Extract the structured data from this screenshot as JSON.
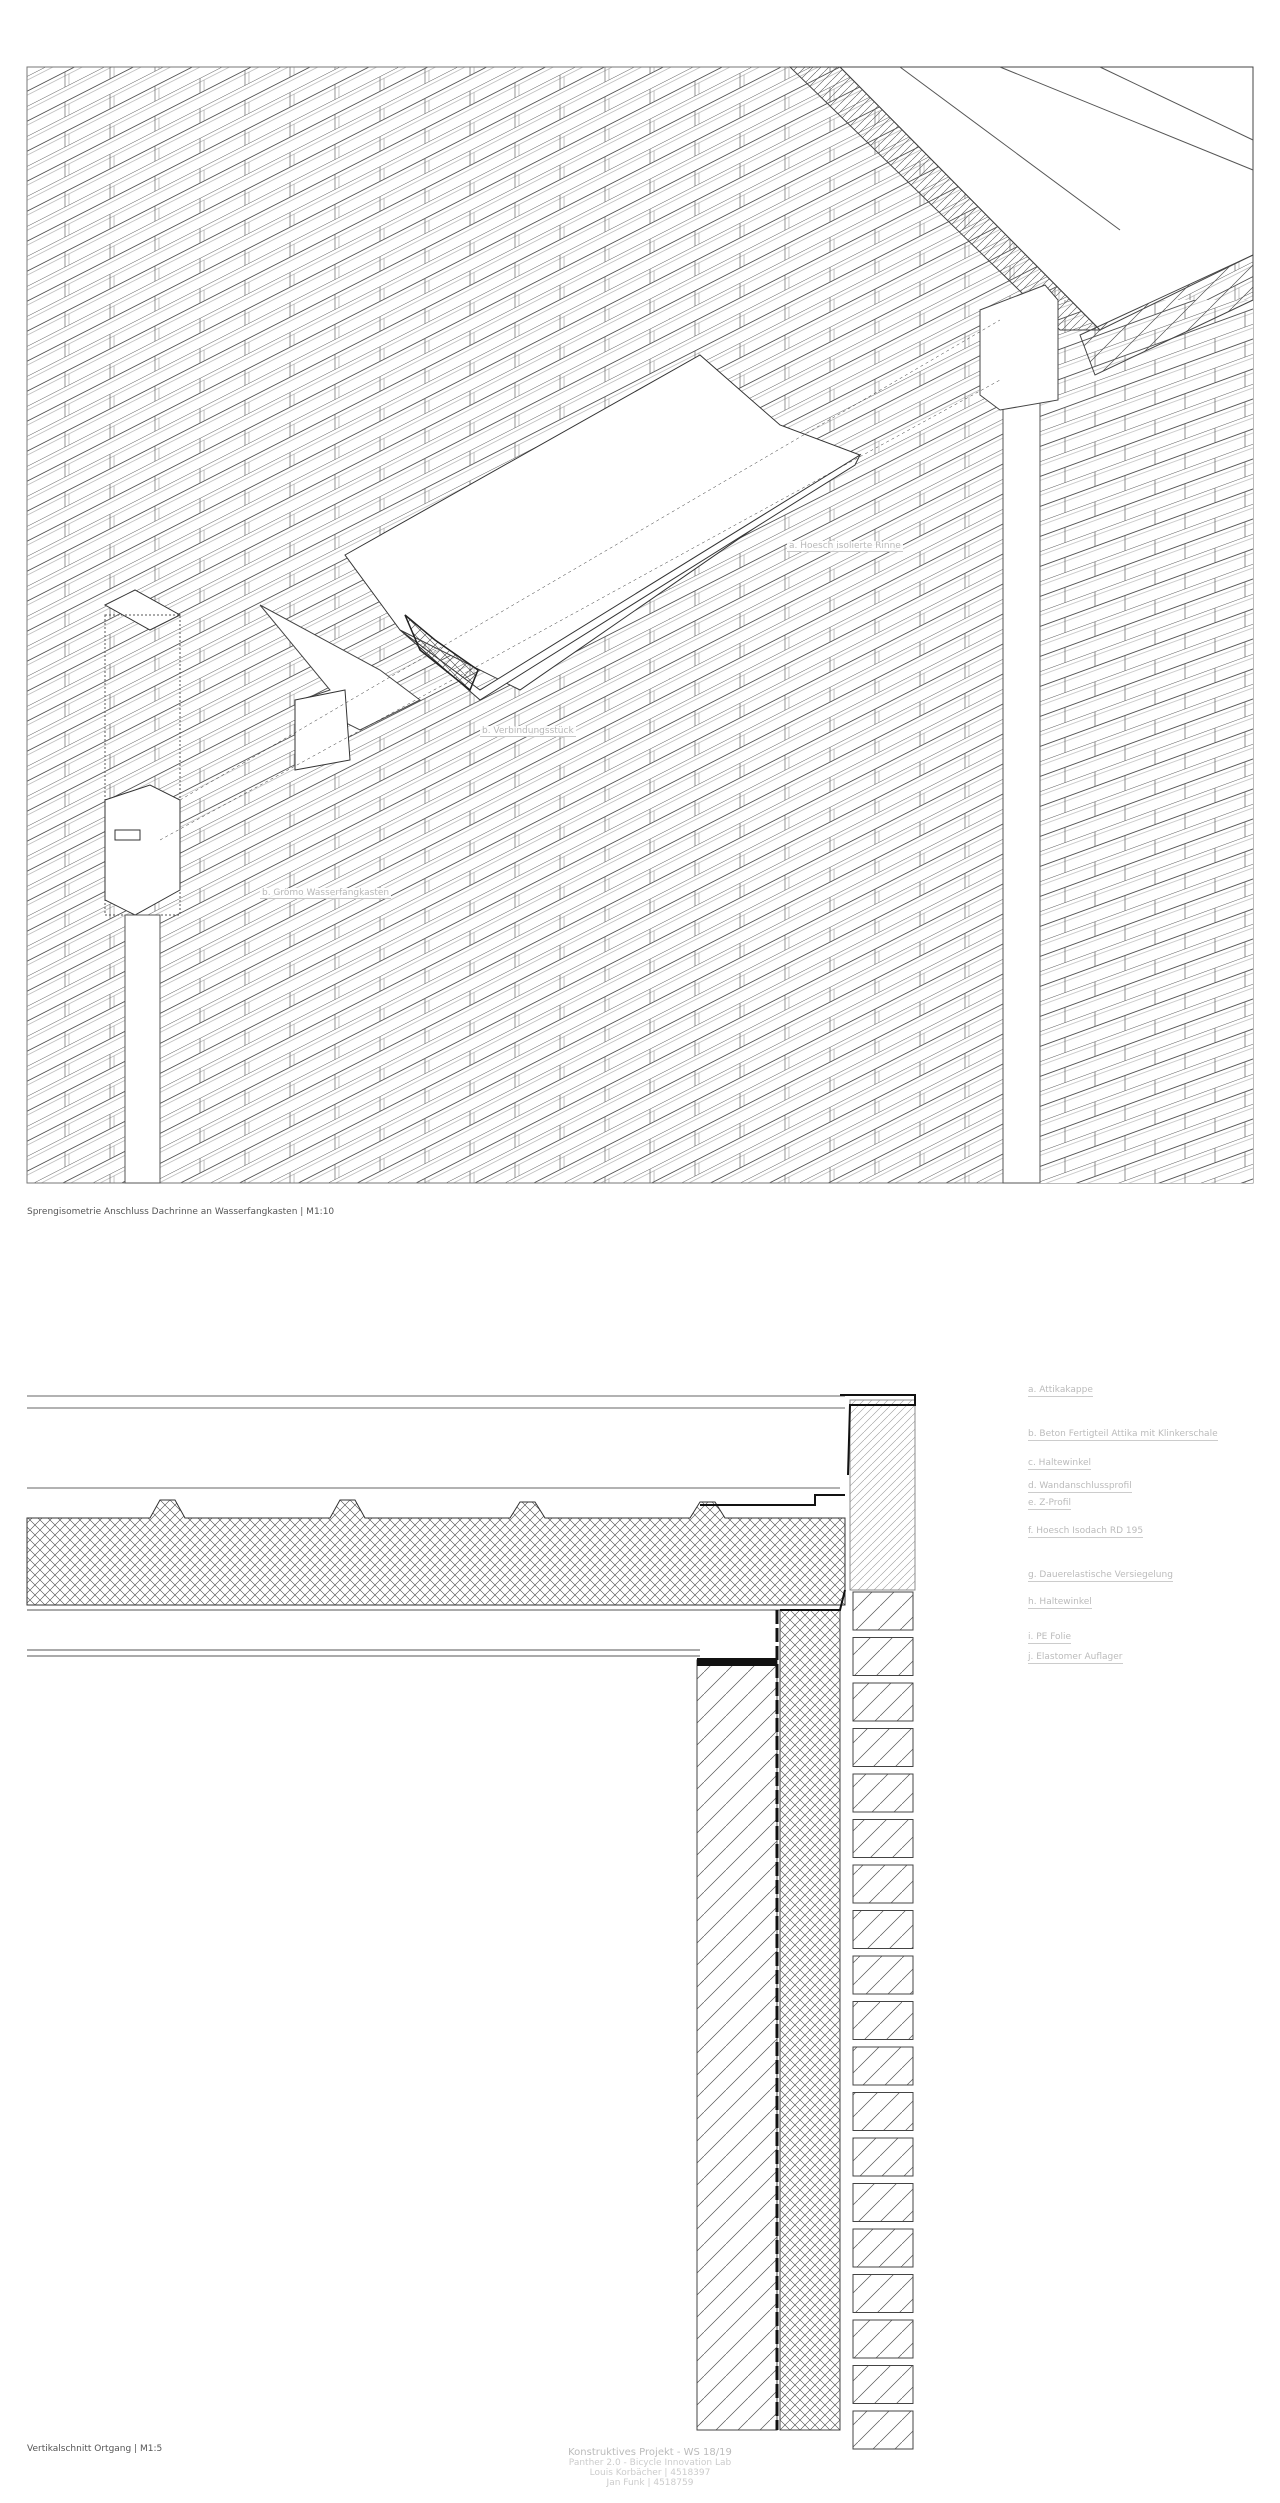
{
  "isometric": {
    "caption": "Sprengisometrie Anschluss Dachrinne an Wasserfangkasten | M1:10",
    "labels": [
      "a. Hoesch isolierte Rinne",
      "b. Verbindungsstück",
      "b. Grömo Wasserfangkasten"
    ]
  },
  "section": {
    "caption": "Vertikalschnitt Ortgang | M1:5",
    "labels": [
      "a. Attikakappe",
      "b. Beton Fertigteil Attika mit Klinkerschale",
      "c. Haltewinkel",
      "d. Wandanschlussprofil",
      "e. Z-Profil",
      "f. Hoesch Isodach RD 195",
      "g. Dauerelastische Versiegelung",
      "h. Haltewinkel",
      "i. PE Folie",
      "j. Elastomer Auflager"
    ]
  },
  "footer": {
    "title": "Konstruktives Projekt - WS 18/19",
    "project": "Panther 2.0 - Bicycle Innovation Lab",
    "author1": "Louis Korbächer | 4518397",
    "author2": "Jan Funk | 4518759"
  }
}
